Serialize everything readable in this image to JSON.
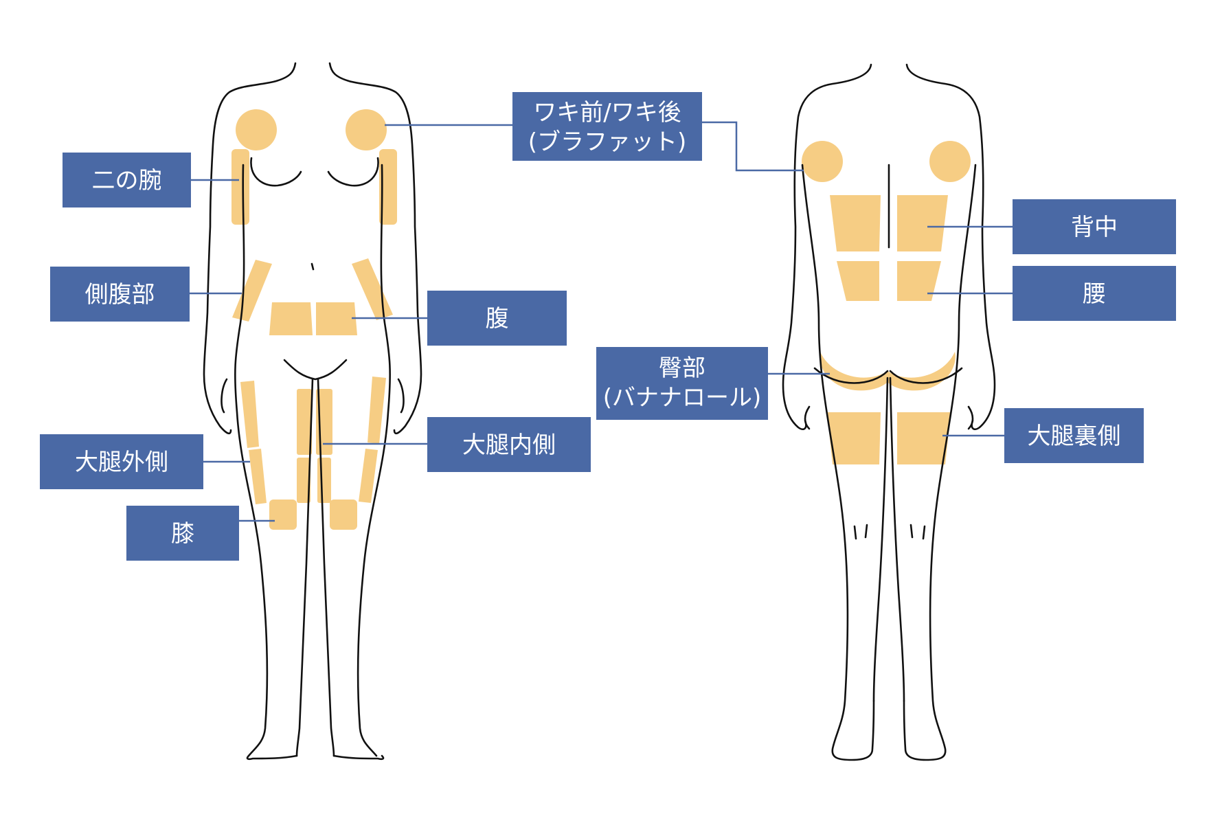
{
  "colors": {
    "label_bg": "#4a69a5",
    "label_text": "#ffffff",
    "highlight": "#f6cd84",
    "outline": "#111111",
    "leader": "#4a69a5",
    "background": "#ffffff"
  },
  "labels": {
    "arm": "二の腕",
    "side_abdomen": "側腹部",
    "abdomen": "腹",
    "outer_thigh": "大腿外側",
    "knee": "膝",
    "inner_thigh": "大腿内側",
    "armpit_line1": "ワキ前/ワキ後",
    "armpit_line2": "(ブラファット)",
    "back": "背中",
    "waist": "腰",
    "buttocks_line1": "臀部",
    "buttocks_line2": "(バナナロール)",
    "back_thigh": "大腿裏側"
  }
}
